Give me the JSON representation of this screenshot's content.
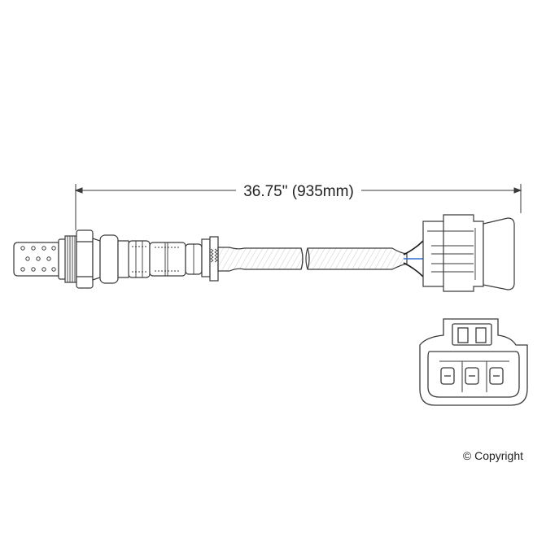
{
  "diagram": {
    "dimension_label": "36.75\" (935mm)",
    "copyright": "© Copyright",
    "colors": {
      "outline": "#3a3a3a",
      "wire_blue": "#2f6fcf",
      "wire_black": "#1a1a1a",
      "background": "#ffffff"
    },
    "parts": [
      "sensor-probe",
      "threaded-hex-body",
      "sensor-housing",
      "cable",
      "connector-plug",
      "connector-end-view"
    ]
  }
}
